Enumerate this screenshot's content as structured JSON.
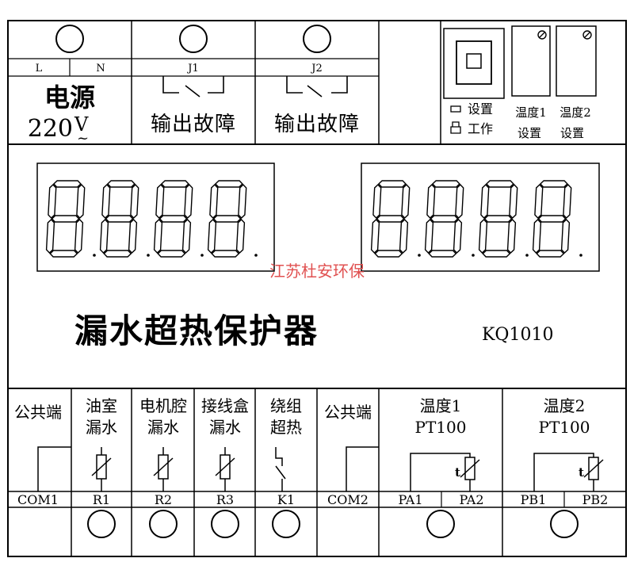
{
  "top": {
    "power": {
      "terminal_left": "L",
      "terminal_right": "N",
      "title": "电源",
      "voltage": "220",
      "voltage_unit": "V",
      "ac_symbol": "~"
    },
    "relay1": {
      "terminal": "J1",
      "label": "输出故障"
    },
    "relay2": {
      "terminal": "J2",
      "label": "输出故障"
    },
    "indicators": {
      "setting": "设置",
      "working": "工作"
    },
    "temp1": {
      "title": "温度1",
      "label": "设置"
    },
    "temp2": {
      "title": "温度2",
      "label": "设置"
    }
  },
  "display": {
    "left_digits": 4,
    "right_digits": 4
  },
  "watermark": "江苏杜安环保",
  "product": {
    "title": "漏水超热保护器",
    "model": "KQ1010"
  },
  "bottom": {
    "columns": [
      {
        "label1": "公共端",
        "label2": "",
        "terminal": "COM1"
      },
      {
        "label1": "油室",
        "label2": "漏水",
        "terminal": "R1"
      },
      {
        "label1": "电机腔",
        "label2": "漏水",
        "terminal": "R2"
      },
      {
        "label1": "接线盒",
        "label2": "漏水",
        "terminal": "R3"
      },
      {
        "label1": "绕组",
        "label2": "超热",
        "terminal": "K1"
      },
      {
        "label1": "公共端",
        "label2": "",
        "terminal": "COM2"
      },
      {
        "label1": "温度1",
        "label2": "PT100",
        "terminal_a": "PA1",
        "terminal_b": "PA2"
      },
      {
        "label1": "温度2",
        "label2": "PT100",
        "terminal_a": "PB1",
        "terminal_b": "PB2"
      }
    ]
  },
  "colors": {
    "watermark": "#e05050",
    "line": "#000000",
    "background": "#ffffff"
  }
}
